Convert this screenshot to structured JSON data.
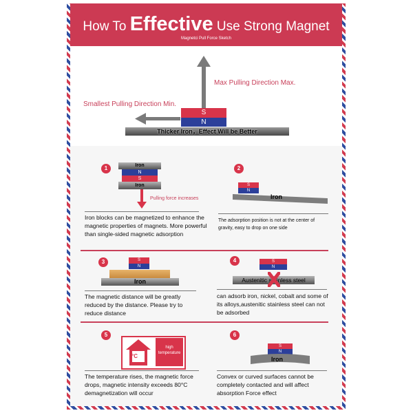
{
  "header": {
    "title_pre": "How To",
    "title_big": "Effective",
    "title_post": "Use Strong Magnet",
    "subtitle": "Magnetci Pull Force Sketch"
  },
  "sketch": {
    "max_label": "Max Pulling Direction   Max.",
    "min_label": "Smallest Pulling Direction  Min.",
    "s": "S",
    "n": "N",
    "bar_text": "Thicker Iron，Effect Will be Better"
  },
  "tips": [
    {
      "num": "1",
      "iron_top": "Iron",
      "n": "N",
      "s": "S",
      "iron_bottom": "Iron",
      "arrow_label": "Pulling force increases",
      "caption": "Iron blocks can be magnetized to enhance the magnetic properties of magnets. More powerful than single-sided magnetic adsorption"
    },
    {
      "num": "2",
      "s": "S",
      "n": "N",
      "iron": "Iron",
      "caption": "The adsorption position is not at the center of gravity, easy to drop on one side"
    },
    {
      "num": "3",
      "s": "S",
      "n": "N",
      "iron": "Iron",
      "caption": "The magnetic distance will be greatly reduced by the distance. Please try to reduce distance"
    },
    {
      "num": "4",
      "s": "S",
      "n": "N",
      "plate": "Austenitic stainless steel",
      "caption": "can adsorb iron, nickel, cobalt and some of its alloys,austenitic stainless steel can not be adsorbed"
    },
    {
      "num": "5",
      "symbol": "°C",
      "badge": "high temperature",
      "caption": "The temperature rises, the magnetic force drops, magnetic intensity exceeds  80°C demagnetization will occur"
    },
    {
      "num": "6",
      "s": "S",
      "n": "N",
      "iron": "Iron",
      "caption": "Convex or curved surfaces cannot be completely contacted and will affect absorption Force effect"
    }
  ],
  "colors": {
    "accent": "#cc3a53",
    "north": "#2c3f9a",
    "south": "#d8344a"
  }
}
